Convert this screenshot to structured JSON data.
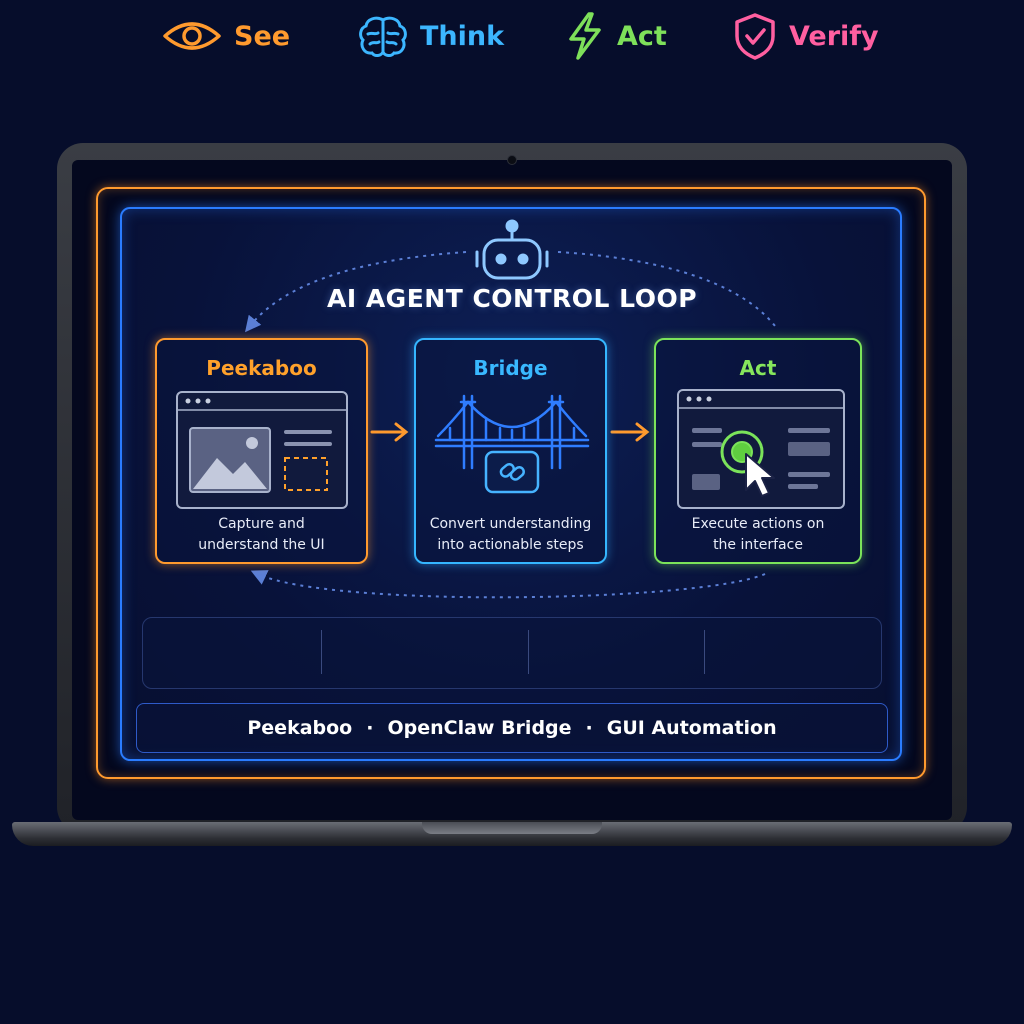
{
  "diagram": {
    "title": "AI AGENT CONTROL LOOP",
    "cards": [
      {
        "title": "Peekaboo",
        "desc_line1": "Capture and",
        "desc_line2": "understand the UI",
        "color": "#ffa12b"
      },
      {
        "title": "Bridge",
        "desc_line1": "Convert understanding",
        "desc_line2": "into actionable steps",
        "color": "#39b8ff"
      },
      {
        "title": "Act",
        "desc_line1": "Execute actions on",
        "desc_line2": "the interface",
        "color": "#86e65c"
      }
    ],
    "steps": [
      {
        "label": "See",
        "icon": "eye-icon",
        "color": "#ff9a2e"
      },
      {
        "label": "Think",
        "icon": "brain-icon",
        "color": "#3cb6ff"
      },
      {
        "label": "Act",
        "icon": "lightning-icon",
        "color": "#7ee05a"
      },
      {
        "label": "Verify",
        "icon": "shield-check-icon",
        "color": "#ff5fa0"
      }
    ],
    "footer": {
      "item1": "Peekaboo",
      "item2": "OpenClaw Bridge",
      "item3": "GUI Automation",
      "separator": "·"
    }
  }
}
